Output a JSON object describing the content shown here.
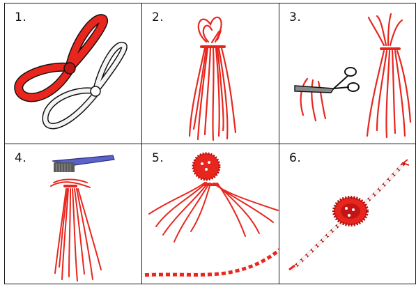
{
  "steps": [
    {
      "label": "1."
    },
    {
      "label": "2."
    },
    {
      "label": "3."
    },
    {
      "label": "4."
    },
    {
      "label": "5."
    },
    {
      "label": "6."
    }
  ],
  "colors": {
    "thread_red": "#e8261e",
    "thread_dark": "#b01010",
    "thread_white": "#f4f4f4",
    "outline": "#111111",
    "scissors_gray": "#8a8a8a",
    "comb_blue": "#5b62c9",
    "comb_teeth": "#5a5a5a"
  }
}
